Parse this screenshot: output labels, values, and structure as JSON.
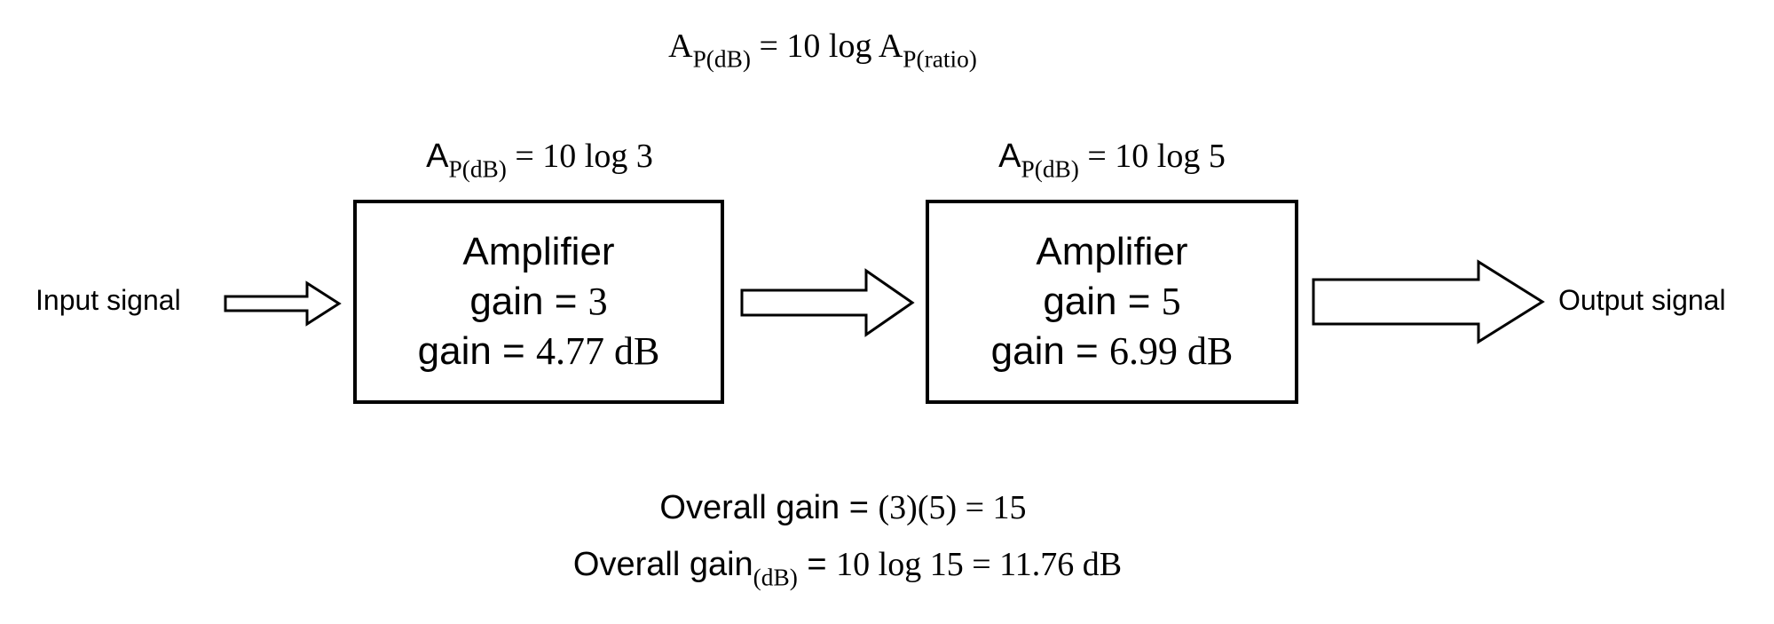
{
  "formula_top": {
    "a": "A",
    "sub_left": "P(dB)",
    "eq": " = 10 log A",
    "sub_right": "P(ratio)"
  },
  "amp1": {
    "formula": {
      "a": "A",
      "sub": "P(dB)",
      "rest": " = 10 log 3"
    },
    "line1": "Amplifier",
    "line2_label": "gain = ",
    "line2_value": "3",
    "line3_label": "gain = ",
    "line3_value": "4.77 dB"
  },
  "amp2": {
    "formula": {
      "a": "A",
      "sub": "P(dB)",
      "rest": " = 10 log 5"
    },
    "line1": "Amplifier",
    "line2_label": "gain = ",
    "line2_value": "5",
    "line3_label": "gain = ",
    "line3_value": "6.99 dB"
  },
  "input_label": "Input signal",
  "output_label": "Output signal",
  "overall": {
    "label": "Overall gain = ",
    "value": "(3)(5) = 15"
  },
  "overall_db": {
    "label": "Overall gain",
    "sub": "(dB)",
    "eq": " = ",
    "value": "10 log 15 = 11.76 dB"
  }
}
